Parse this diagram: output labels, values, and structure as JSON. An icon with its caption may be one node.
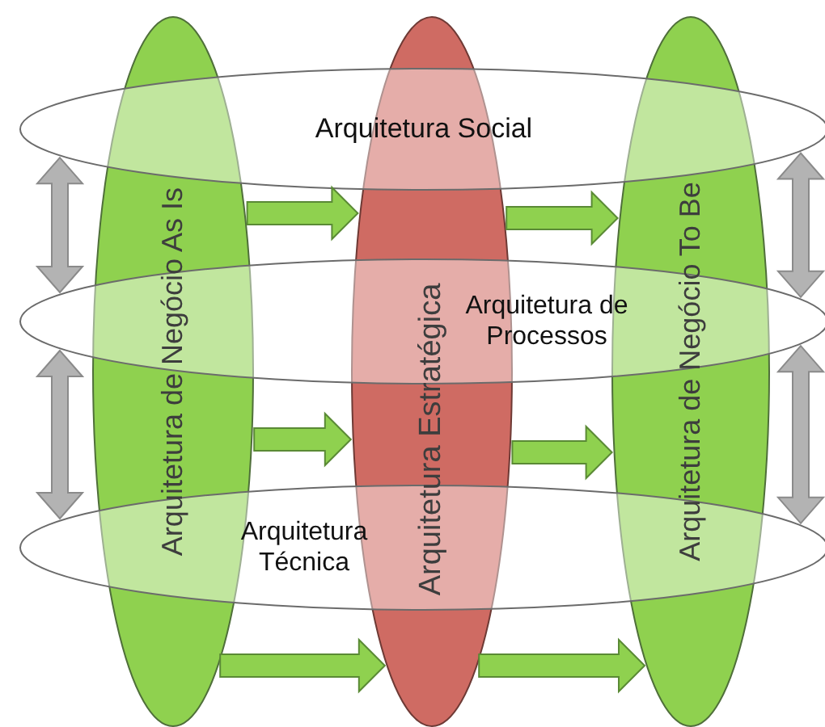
{
  "diagram": {
    "nodes": [
      {
        "text": [
          "Arquitetura de Negócio As Is"
        ]
      },
      {
        "text": [
          "Arquitetura Estratégica"
        ]
      },
      {
        "text": [
          "Arquitetura de Negócio To Be"
        ]
      },
      {
        "text": [
          "Arquitetura Social"
        ]
      },
      {
        "text": [
          "Arquitetura de Processos"
        ]
      },
      {
        "text": [
          "Arquitetura Técnica"
        ]
      }
    ],
    "edges": [
      {
        "from": 0,
        "to": 1,
        "arrow": "to"
      },
      {
        "from": 0,
        "to": 1,
        "arrow": "to"
      },
      {
        "from": 0,
        "to": 1,
        "arrow": "to"
      },
      {
        "from": 1,
        "to": 2,
        "arrow": "to"
      },
      {
        "from": 1,
        "to": 2,
        "arrow": "to"
      },
      {
        "from": 1,
        "to": 2,
        "arrow": "to"
      },
      {
        "from": 3,
        "to": 4,
        "arrow": "both",
        "color": "#b3b3b3"
      },
      {
        "from": 4,
        "to": 5,
        "arrow": "both",
        "color": "#b3b3b3"
      },
      {
        "from": 3,
        "to": 4,
        "arrow": "both",
        "color": "#b3b3b3"
      },
      {
        "from": 4,
        "to": 5,
        "arrow": "both",
        "color": "#b3b3b3"
      }
    ]
  }
}
